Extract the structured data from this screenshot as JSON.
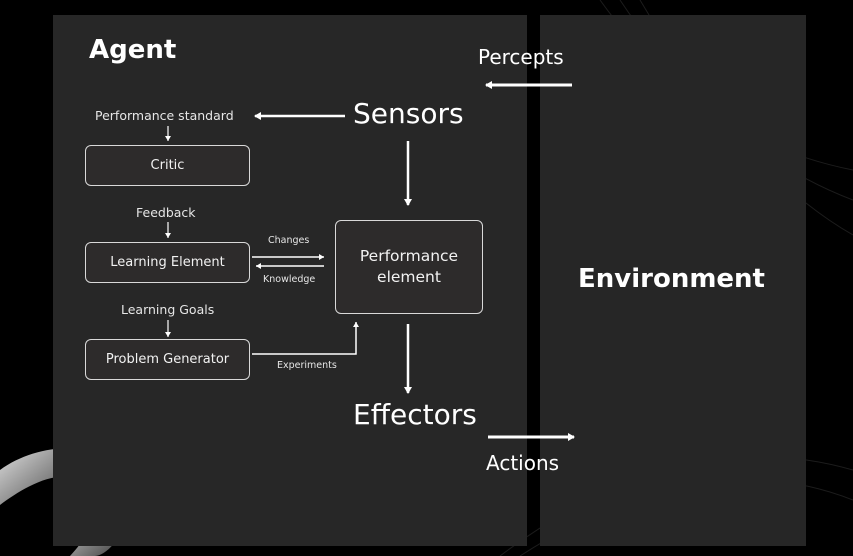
{
  "agent": {
    "title": "Agent",
    "performance_standard": "Performance standard",
    "critic": "Critic",
    "feedback": "Feedback",
    "learning_element": "Learning Element",
    "changes": "Changes",
    "knowledge": "Knowledge",
    "learning_goals": "Learning Goals",
    "problem_generator": "Problem Generator",
    "experiments": "Experiments",
    "performance_element": "Performance element",
    "sensors": "Sensors",
    "effectors": "Effectors"
  },
  "environment": {
    "title": "Environment"
  },
  "percepts": "Percepts",
  "actions": "Actions",
  "colors": {
    "background": "#000000",
    "agent_panel": "#272727",
    "environment_panel": "#262626",
    "box_fill": "#2d2b2b",
    "box_border": "#d9d9d9",
    "text": "#ffffff"
  }
}
